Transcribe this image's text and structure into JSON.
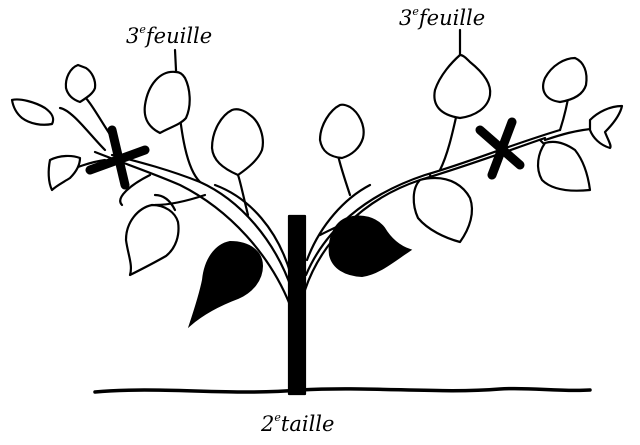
{
  "labels": {
    "left_cut": {
      "num": "3",
      "sup": "e",
      "word": "feuille"
    },
    "right_cut": {
      "num": "3",
      "sup": "e",
      "word": "feuille"
    },
    "bottom": {
      "num": "2",
      "sup": "e",
      "word": "taille"
    }
  },
  "colors": {
    "ink": "#000000",
    "leaf_fill": "#ffffff",
    "dark_leaf": "#000000"
  }
}
